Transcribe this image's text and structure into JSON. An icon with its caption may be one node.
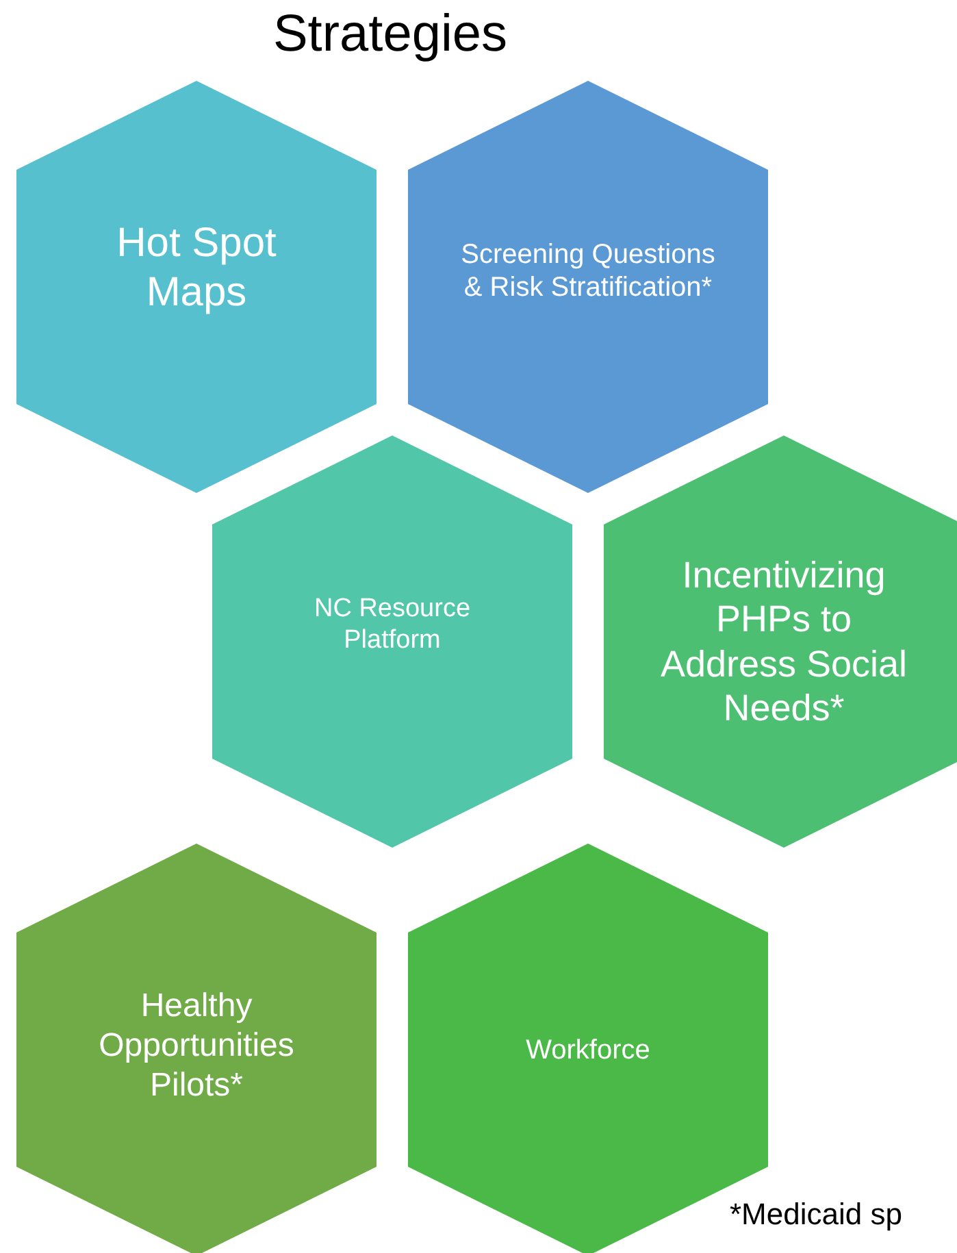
{
  "diagram": {
    "title": "Strategies",
    "nodes": [
      {
        "text": [
          "Hot Spot Maps"
        ]
      },
      {
        "text": [
          "Screening Questions & Risk Stratification*"
        ]
      },
      {
        "text": [
          "NC Resource Platform"
        ]
      },
      {
        "text": [
          "Incentivizing PHPs to Address Social Needs*"
        ]
      },
      {
        "text": [
          "Healthy Opportunities Pilots*"
        ]
      },
      {
        "text": [
          "Workforce"
        ]
      }
    ],
    "labels": [
      "*Medicaid sp"
    ]
  }
}
